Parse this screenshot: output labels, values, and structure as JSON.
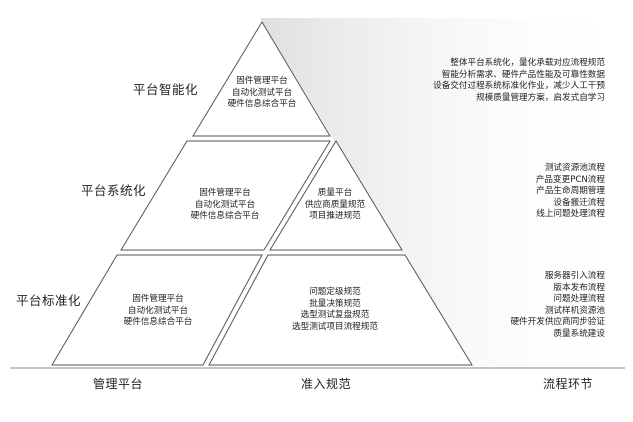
{
  "tiers": [
    {
      "label": "平台智能化"
    },
    {
      "label": "平台系统化"
    },
    {
      "label": "平台标准化"
    }
  ],
  "columns": [
    "管理平台",
    "准入规范",
    "流程环节"
  ],
  "blocks": {
    "top": [
      "固件管理平台",
      "自动化测试平台",
      "硬件信息综合平台"
    ],
    "middle_left": [
      "固件管理平台",
      "自动化测试平台",
      "硬件信息综合平台"
    ],
    "middle_right": [
      "质量平台",
      "供应商质量规范",
      "项目推进规范"
    ],
    "bottom_left": [
      "固件管理平台",
      "自动化测试平台",
      "硬件信息综合平台"
    ],
    "bottom_right": [
      "问题定级规范",
      "批量决策规范",
      "选型测试复盘规范",
      "选型测试项目流程规范"
    ]
  },
  "descriptions": {
    "top": [
      "整体平台系统化，量化承载对应流程规范",
      "智能分析需求、硬件产品性能及可靠性数据",
      "设备交付过程系统标准化作业，减少人工干预",
      "规模质量管理方案，启发式自学习"
    ],
    "middle": [
      "测试资源池流程",
      "产品变更PCN流程",
      "产品生命周期管理",
      "设备搬迁流程",
      "线上问题处理流程"
    ],
    "bottom": [
      "服务器引入流程",
      "版本发布流程",
      "问题处理流程",
      "测试样机资源池",
      "硬件开发供应商同步验证",
      "质量系统建设"
    ]
  },
  "colors": {
    "panel_fill": "#e8e8e8",
    "triangle_fill": "#ffffff",
    "outline": "#555555",
    "text": "#222222"
  }
}
